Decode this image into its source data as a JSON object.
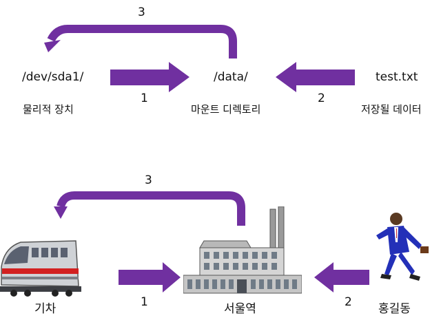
{
  "top": {
    "source": {
      "path": "/dev/sda1/",
      "caption": "물리적 장치"
    },
    "middle": {
      "path": "/data/",
      "caption": "마운트 디렉토리"
    },
    "target": {
      "path": "test.txt",
      "caption": "저장될 데이터"
    },
    "step_left": "1",
    "step_right": "2",
    "step_back": "3"
  },
  "bottom": {
    "source": {
      "caption": "기차",
      "icon": "train-icon"
    },
    "middle": {
      "caption": "서울역",
      "icon": "station-building-icon"
    },
    "target": {
      "caption": "홍길동",
      "icon": "running-man-icon"
    },
    "step_left": "1",
    "step_right": "2",
    "step_back": "3"
  },
  "colors": {
    "arrow": "#7030A0",
    "stripe": "#d22020"
  }
}
